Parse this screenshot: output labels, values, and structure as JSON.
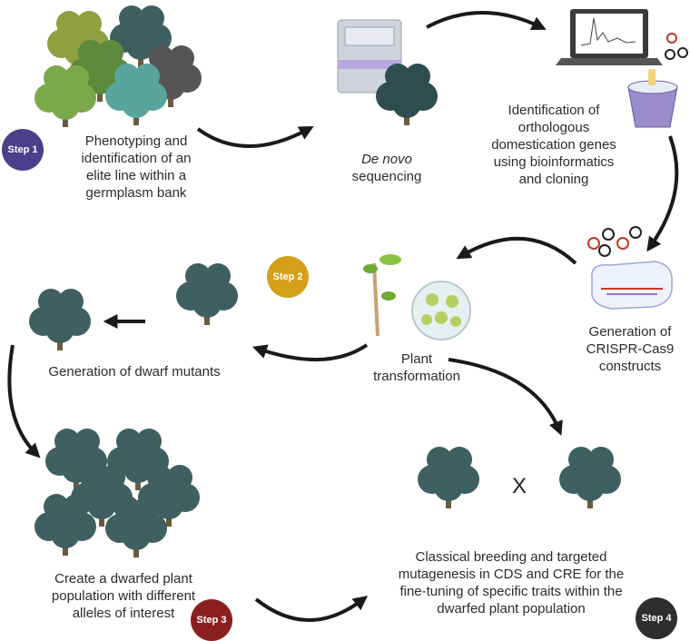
{
  "steps": [
    {
      "label": "Step 1",
      "color": "#4a3f8a"
    },
    {
      "label": "Step 2",
      "color": "#d4a01a"
    },
    {
      "label": "Step 3",
      "color": "#8b1f1f"
    },
    {
      "label": "Step 4",
      "color": "#2e2e2e"
    }
  ],
  "labels": {
    "phenotyping": [
      "Phenotyping and",
      "identification of an",
      "elite line within a",
      "germplasm bank"
    ],
    "sequencing_italic": "De novo",
    "sequencing": "sequencing",
    "identification": [
      "Identification of",
      "orthologous",
      "domestication genes",
      "using bioinformatics",
      "and cloning"
    ],
    "crispr": [
      "Generation of",
      "CRISPR-Cas9",
      "constructs"
    ],
    "transformation": [
      "Plant",
      "transformation"
    ],
    "dwarf_mutants": "Generation of dwarf mutants",
    "population": [
      "Create a dwarfed plant",
      "population with different",
      "alleles of interest"
    ],
    "breeding": [
      "Classical breeding and targeted",
      "mutagenesis in CDS and CRE for the",
      "fine-tuning of specific traits within the",
      "dwarfed plant population"
    ],
    "cross_symbol": "X"
  },
  "colors": {
    "tree_teal": "#3f5f60",
    "tree_dark": "#2f4d4f",
    "arrow": "#1a1a1a"
  }
}
